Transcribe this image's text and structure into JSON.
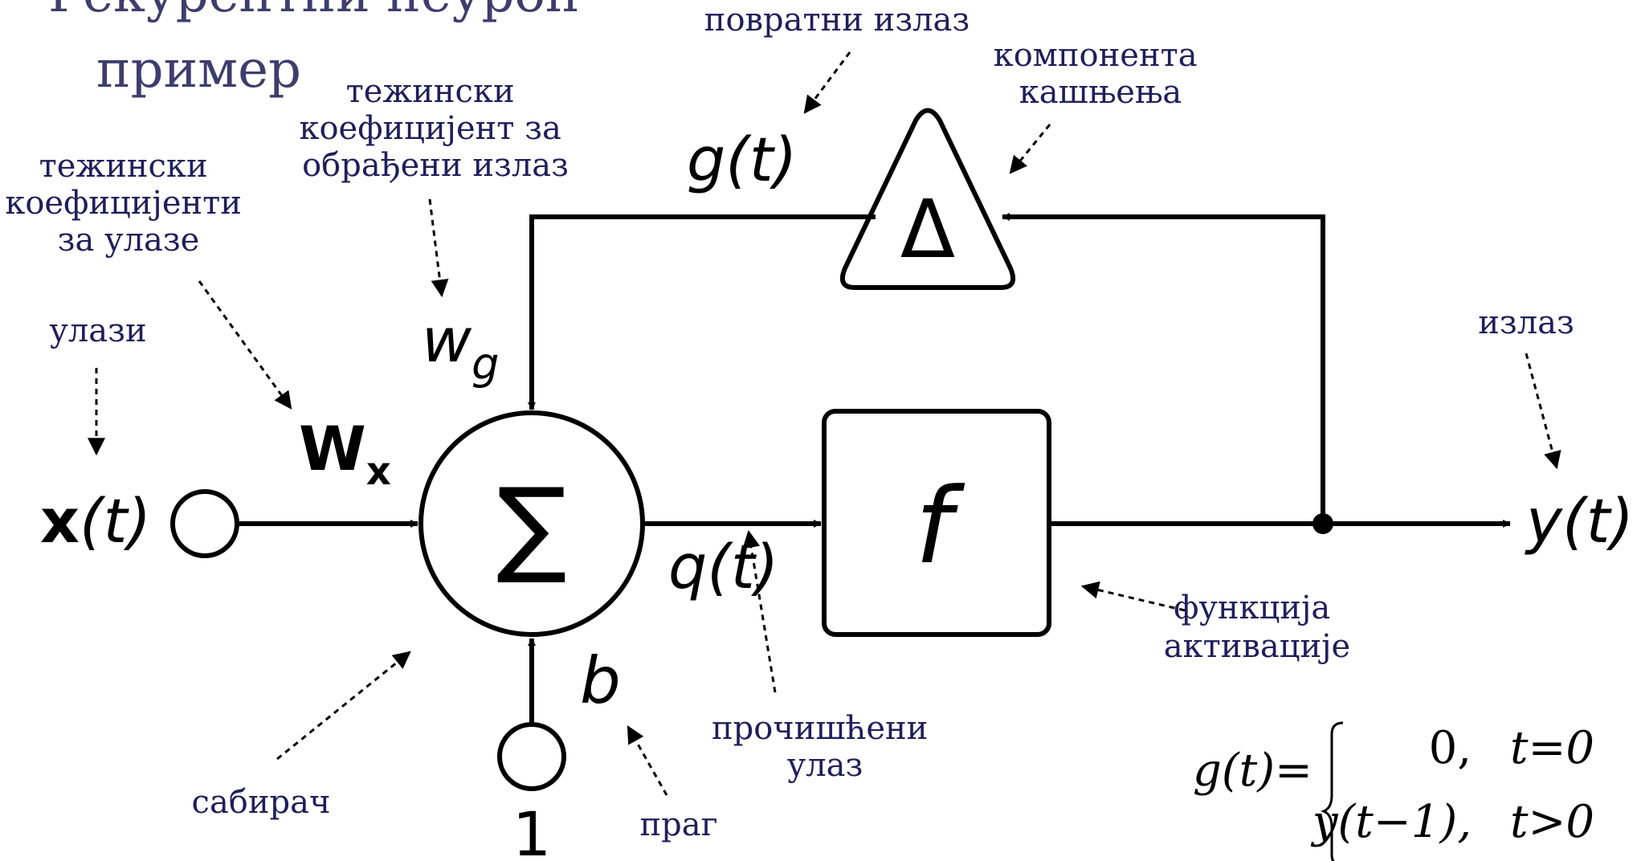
{
  "title": {
    "line1": "Рекурентни неурон",
    "line2": "пример"
  },
  "annotations": {
    "feedback_output": "повратни излаз",
    "delay_component": [
      "компонента",
      "кашњења"
    ],
    "weight_processed": [
      "тежински",
      "коефицијент за",
      "обрађени излаз"
    ],
    "weights_inputs": [
      "тежински",
      "коефицијенти",
      "за улазе"
    ],
    "inputs": "улази",
    "output": "излаз",
    "activation_function": [
      "функција",
      "активације"
    ],
    "filtered_input": [
      "прочишћени",
      "улаз"
    ],
    "adder": "сабирач",
    "threshold": "праг"
  },
  "symbols": {
    "g_t": "g(t)",
    "delta": "Δ",
    "w_g_base": "w",
    "w_g_sub": "g",
    "W_x_base": "W",
    "W_x_sub": "x",
    "x_bold": "x",
    "x_rest": "(t)",
    "sigma": "∑",
    "q_t": "q(t)",
    "f": "f",
    "y_t": "y(t)",
    "b": "b",
    "one": "1"
  },
  "formula": {
    "lhs": "g(t)=",
    "case1_value": "0,",
    "case1_cond": "t=0",
    "case2_value": "y(t−1),",
    "case2_cond": "t>0"
  }
}
